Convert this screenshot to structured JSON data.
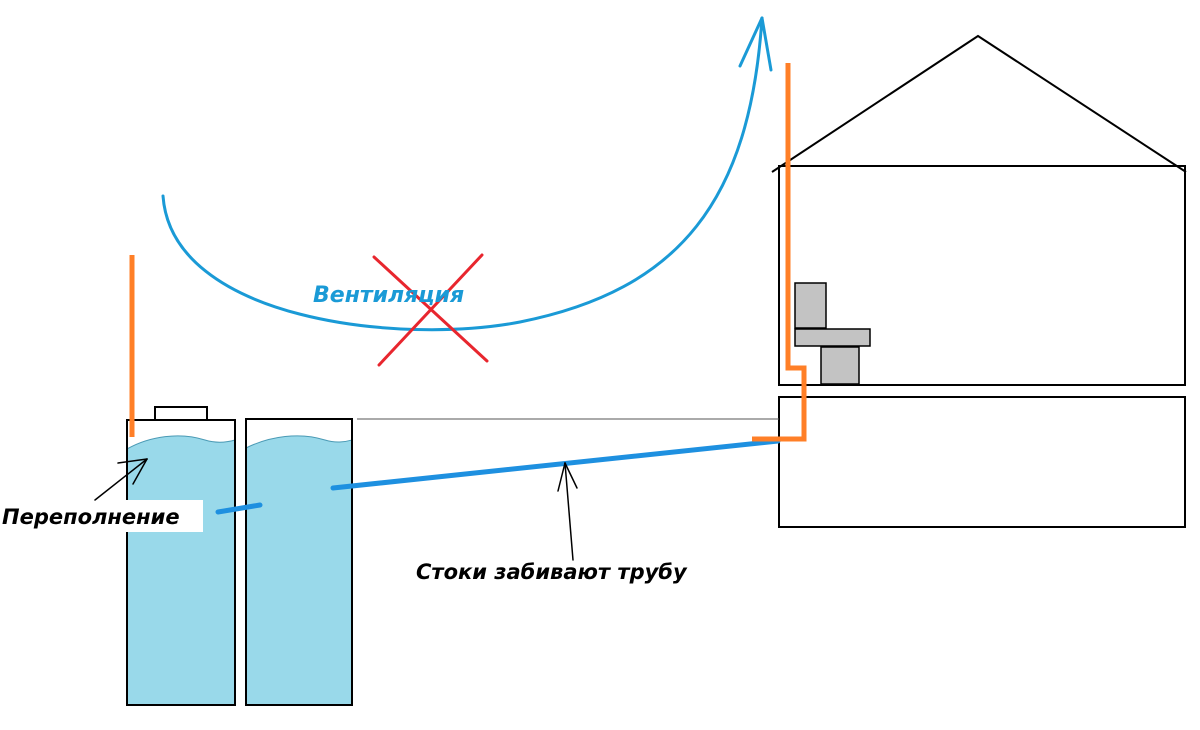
{
  "labels": {
    "ventilation": "Вентиляция",
    "overflow": "Переполнение",
    "clog": "Стоки забивают трубу"
  },
  "colors": {
    "water": "#99d9ea",
    "pipe_blue": "#1e90e0",
    "vent_blue": "#1a9ad6",
    "pipe_orange": "#ff7f27",
    "cross_red": "#e8262e",
    "fixture_gray": "#c3c3c3",
    "outline": "#000000"
  }
}
